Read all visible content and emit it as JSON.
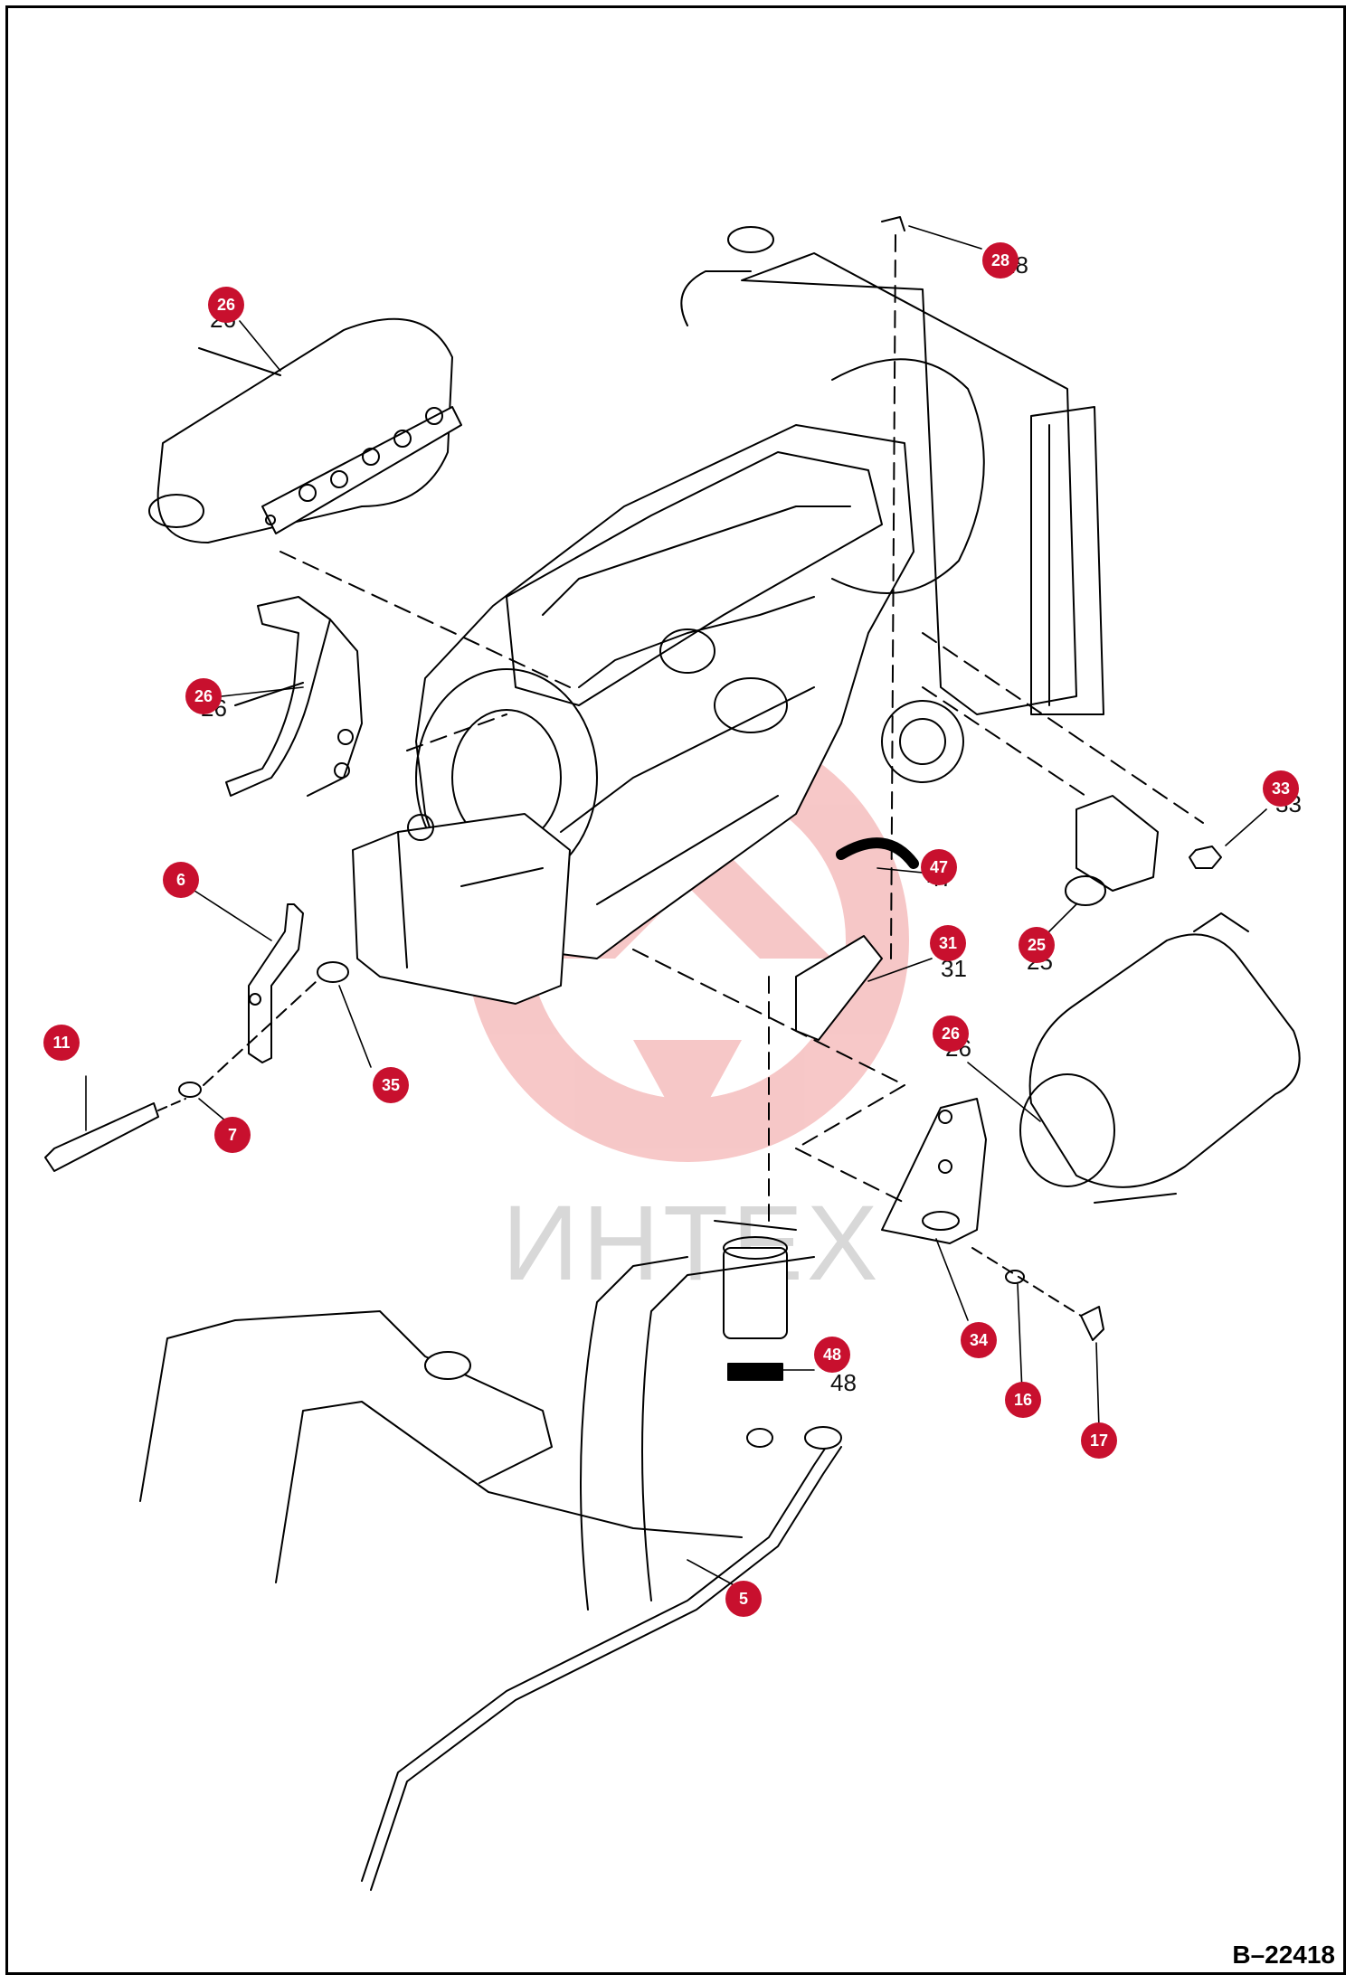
{
  "drawing_id": "B–22418",
  "watermark": {
    "text": "ИНТЕХ",
    "color": "#e23a3a"
  },
  "colors": {
    "callout": "#c8102e",
    "line": "#000000"
  },
  "callouts": [
    {
      "id": "c26a",
      "label": "26"
    },
    {
      "id": "c28",
      "label": "28"
    },
    {
      "id": "c26b",
      "label": "26"
    },
    {
      "id": "c33",
      "label": "33"
    },
    {
      "id": "c6",
      "label": "6"
    },
    {
      "id": "c47",
      "label": "47"
    },
    {
      "id": "c31",
      "label": "31"
    },
    {
      "id": "c25",
      "label": "25"
    },
    {
      "id": "c11",
      "label": "11"
    },
    {
      "id": "c35",
      "label": "35"
    },
    {
      "id": "c26c",
      "label": "26"
    },
    {
      "id": "c7",
      "label": "7"
    },
    {
      "id": "c34",
      "label": "34"
    },
    {
      "id": "c48",
      "label": "48"
    },
    {
      "id": "c16",
      "label": "16"
    },
    {
      "id": "c17",
      "label": "17"
    },
    {
      "id": "c5",
      "label": "5"
    }
  ]
}
